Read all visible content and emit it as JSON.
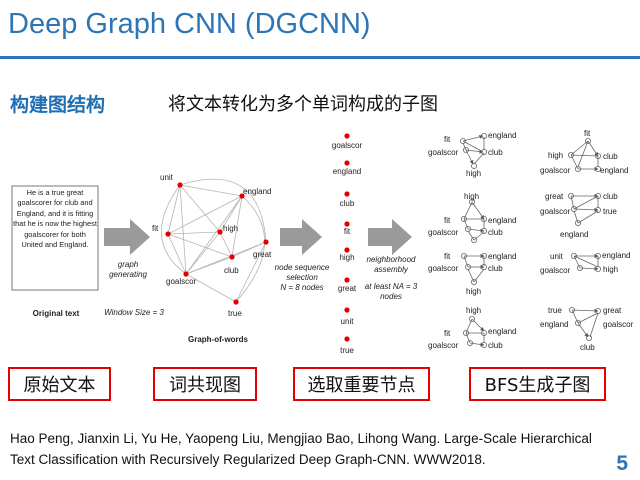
{
  "slide": {
    "title": "Deep Graph CNN (DGCNN)",
    "section_label": "构建图结构",
    "section_desc": "将文本转化为多个单词构成的子图",
    "page_number": "5"
  },
  "figure": {
    "original_text": "He is a true great goalscorer for club and England, and it is fitting that he is now the highest goalscorer for both United and England.",
    "original_text_caption": "Original text",
    "arrow1_label": [
      "graph",
      "generating"
    ],
    "window_size": "Window Size = 3",
    "graph_of_words_caption": "Graph-of-words",
    "graph_nodes": [
      "unit",
      "england",
      "fit",
      "high",
      "great",
      "club",
      "goalscor",
      "true"
    ],
    "arrow2_label": [
      "node sequence",
      "selection",
      "N = 8 nodes"
    ],
    "node_sequence": [
      "goalscor",
      "england",
      "club",
      "fit",
      "high",
      "great",
      "unit",
      "true"
    ],
    "arrow3_label": [
      "neighborhood",
      "assembly",
      "at least NA = 3",
      "nodes"
    ],
    "subgraphs": [
      {
        "nodes": [
          "fit",
          "england",
          "goalscor",
          "club",
          "high"
        ]
      },
      {
        "nodes": [
          "fit",
          "high",
          "club",
          "goalscor",
          "england"
        ]
      },
      {
        "nodes": [
          "high",
          "fit",
          "england",
          "goalscor",
          "club"
        ]
      },
      {
        "nodes": [
          "great",
          "goalscor",
          "club",
          "true",
          "england"
        ]
      },
      {
        "nodes": [
          "fit",
          "england",
          "goalscor",
          "club",
          "high"
        ]
      },
      {
        "nodes": [
          "unit",
          "england",
          "goalscor",
          "high"
        ]
      },
      {
        "nodes": [
          "high",
          "england",
          "goalscor",
          "club"
        ]
      },
      {
        "nodes": [
          "true",
          "great",
          "england",
          "goalscor",
          "club"
        ]
      }
    ]
  },
  "flow": {
    "steps": [
      "原始文本",
      "词共现图",
      "选取重要节点",
      "BFS生成子图"
    ]
  },
  "citation": "Hao Peng, Jianxin Li, Yu He, Yaopeng Liu, Mengjiao Bao, Lihong Wang. Large-Scale Hierarchical Text Classification with Recursively Regularized Deep Graph-CNN. WWW2018.",
  "colors": {
    "title": "#2e75b6",
    "accent_red": "#e60000",
    "node": "#e00000",
    "arrow": "#9a9a9a"
  }
}
